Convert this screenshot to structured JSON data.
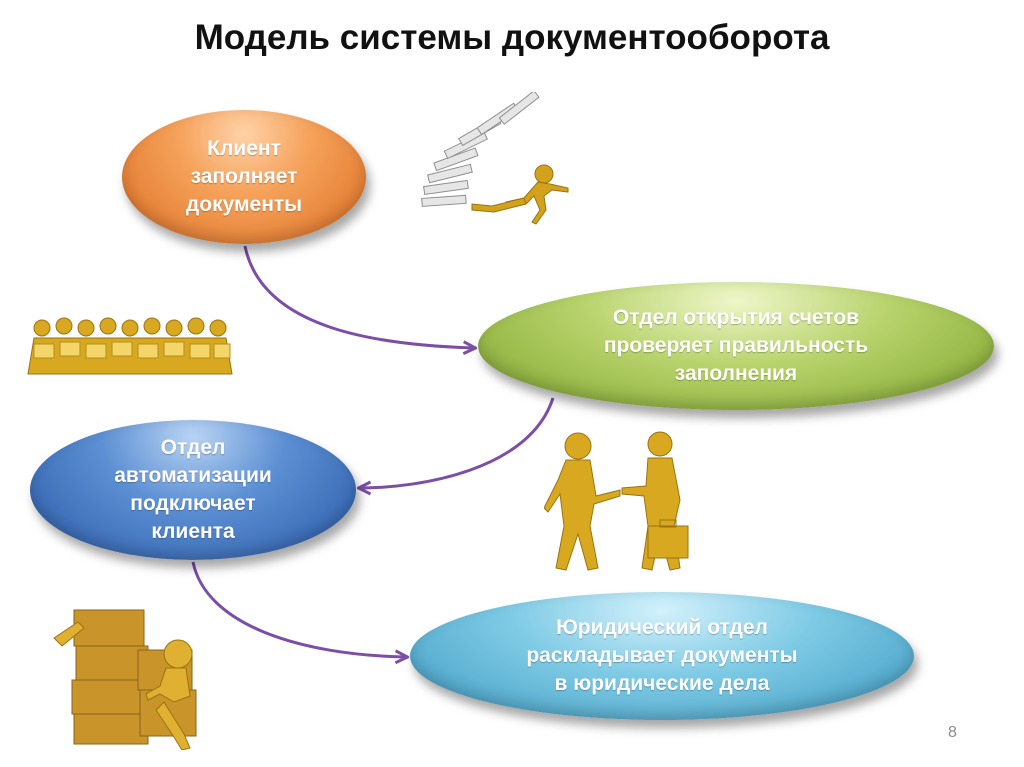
{
  "title": "Модель системы документооборота",
  "nodes": [
    {
      "text": "Клиент\nзаполняет\nдокументы",
      "color": "#ef8a3a"
    },
    {
      "text": "Отдел открытия счетов\nпроверяет правильность\nзаполнения",
      "color": "#9dc24c"
    },
    {
      "text": "Отдел\nавтоматизации\nподключает\nклиента",
      "color": "#3f74c2"
    },
    {
      "text": "Юридический отдел\nраскладывает документы\nв юридические дела",
      "color": "#5ab5d8"
    }
  ],
  "arrow_color": "#7b4fa6",
  "illustrations": [
    {
      "icon": "running-man-with-papers-icon"
    },
    {
      "icon": "crowd-of-figures-icon"
    },
    {
      "icon": "handshake-figures-icon"
    },
    {
      "icon": "figure-with-boxes-icon"
    }
  ],
  "page_number": "8"
}
